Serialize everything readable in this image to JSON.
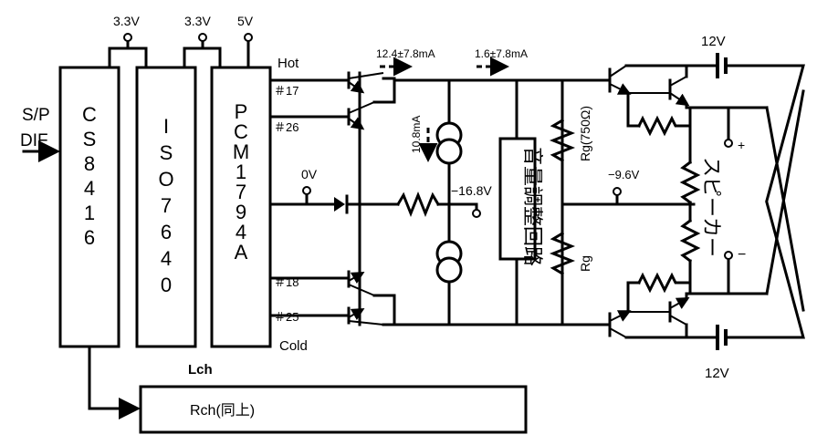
{
  "chips": {
    "cs8416": "CS8416",
    "iso7640": "ISO7640",
    "pcm1794a": "PCM1794A"
  },
  "labels": {
    "input": "S/P",
    "input2": "DIF",
    "v33a": "3.3V",
    "v33b": "3.3V",
    "v5": "5V",
    "hot": "Hot",
    "cold": "Cold",
    "pin17": "＃17",
    "pin26": "＃26",
    "pin18": "＃18",
    "pin25": "＃25",
    "v0": "0V",
    "lch": "Lch",
    "rch": "Rch(同上)",
    "i_hot": "12.4±7.8mA",
    "i_mid": "1.6±7.8mA",
    "i_src": "10.8mA",
    "v_neg168": "−16.8V",
    "volume": "音量調整回路",
    "rg750": "Rg(750Ω)",
    "rg": "Rg",
    "v_neg96": "−9.6V",
    "v12top": "12V",
    "v12bot": "12V",
    "speaker": "スピーカー",
    "plus": "+",
    "minus": "−"
  }
}
